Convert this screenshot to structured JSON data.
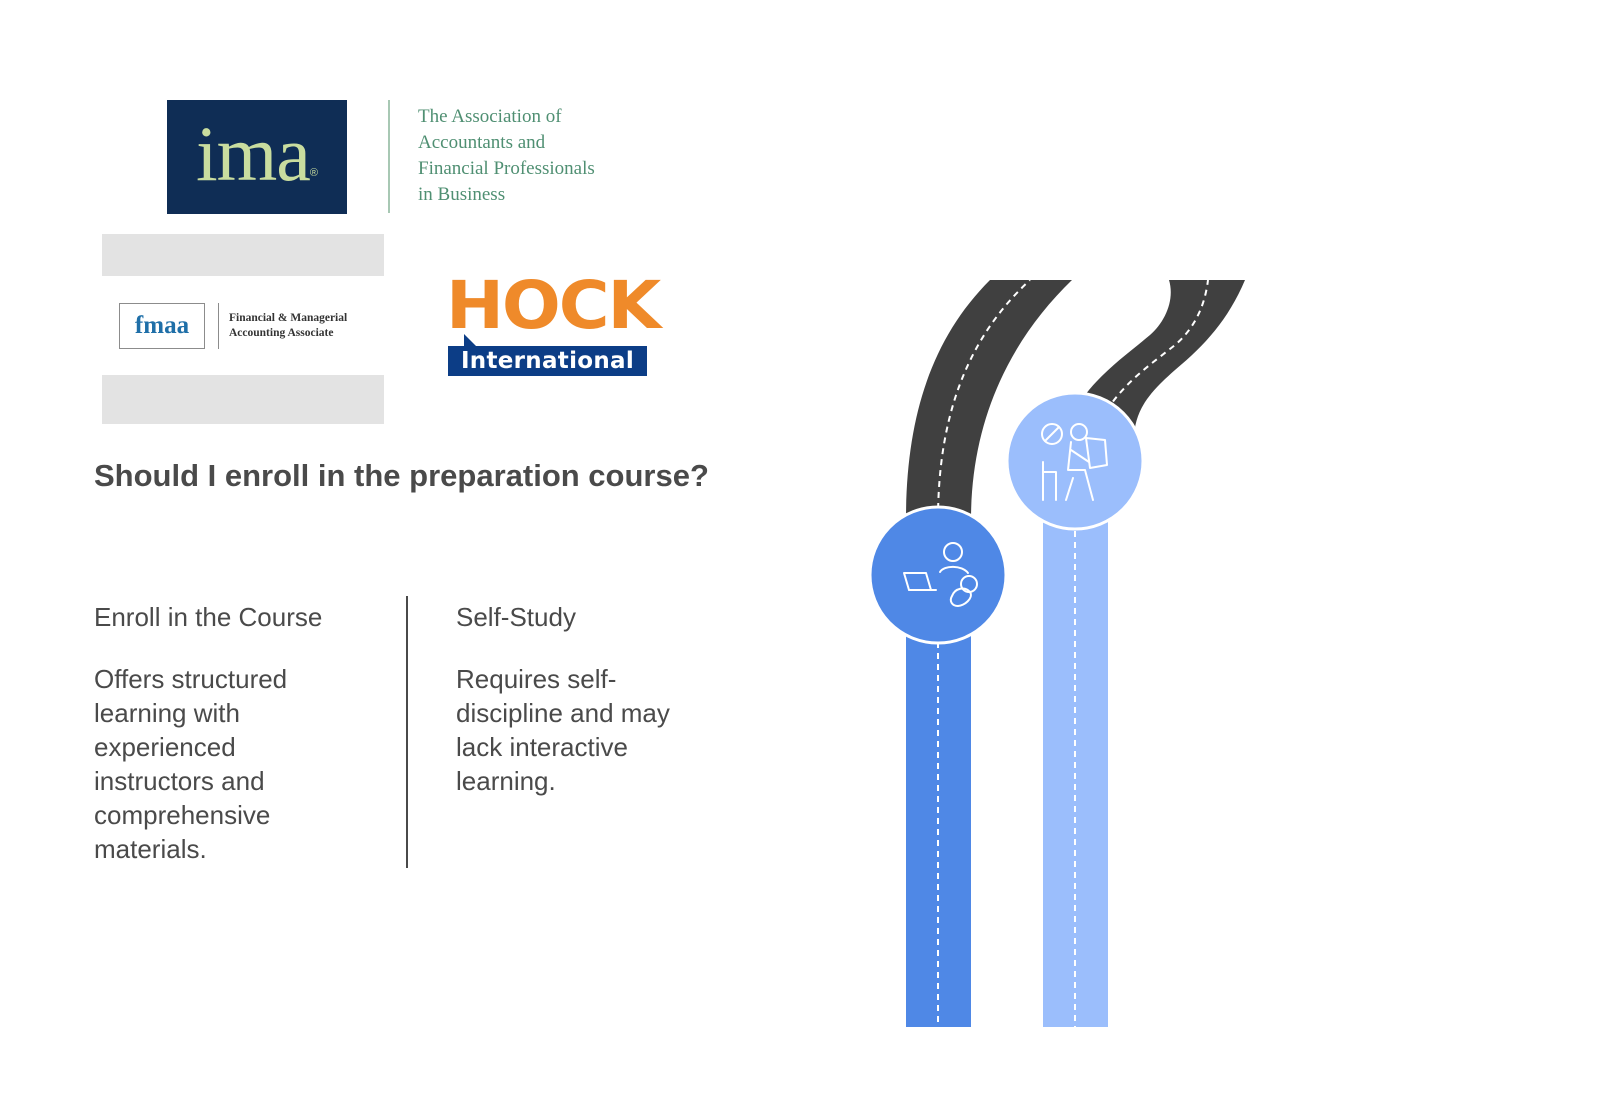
{
  "logos": {
    "ima": {
      "wordmark": "ima",
      "registered": "®",
      "tagline_lines": [
        "The Association of",
        "Accountants and",
        "Financial Professionals",
        "in Business"
      ]
    },
    "fmaa": {
      "wordmark": "fmaa",
      "name_lines": [
        "Financial & Managerial",
        "Accounting Associate"
      ]
    },
    "hock": {
      "wordmark": "HOCK",
      "subtitle": "International"
    }
  },
  "question": "Should I enroll in the preparation course?",
  "options": [
    {
      "title": "Enroll in the Course",
      "description_lines": [
        "Offers structured",
        "learning with",
        "experienced",
        "instructors and",
        "comprehensive",
        "materials."
      ],
      "icon": "person-laptop-icon",
      "color": "#4f88e6"
    },
    {
      "title": "Self-Study",
      "description_lines": [
        "Requires self-",
        "discipline and may",
        "lack interactive",
        "learning."
      ],
      "icon": "person-reading-icon",
      "color": "#9bbefc"
    }
  ],
  "colors": {
    "road_asphalt": "#404040",
    "text": "#4a4a4a"
  }
}
